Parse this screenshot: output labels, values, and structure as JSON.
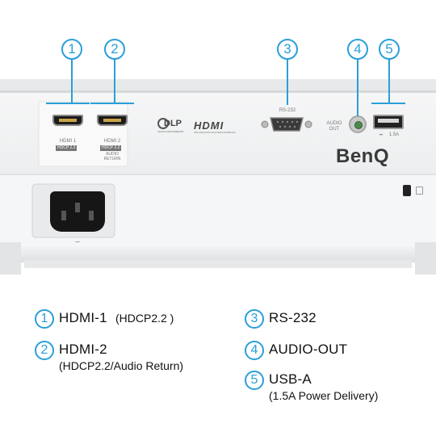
{
  "ports": [
    {
      "number": "1",
      "label": "HDMI 1",
      "badge": "HDCP 2.2"
    },
    {
      "number": "2",
      "label": "HDMI 2",
      "badge": "HDCP 2.2",
      "sub": "AUDIO\nRETURN"
    },
    {
      "number": "3",
      "label": "RS-232"
    },
    {
      "number": "4",
      "label": "AUDIO\nOUT"
    },
    {
      "number": "5",
      "label": "1.5A"
    }
  ],
  "logos": {
    "dlp": "DLP",
    "dlp_sub": "TEXAS INSTRUMENTS",
    "hdmi": "HDMI",
    "hdmi_sub": "HIGH-DEFINITION MULTIMEDIA INTERFACE",
    "brand": "BenQ"
  },
  "legend": [
    {
      "number": "1",
      "title": "HDMI-1",
      "title_suffix": "(HDCP2.2 )"
    },
    {
      "number": "2",
      "title": "HDMI-2",
      "sub": "(HDCP2.2/Audio Return)"
    },
    {
      "number": "3",
      "title": "RS-232"
    },
    {
      "number": "4",
      "title": "AUDIO-OUT"
    },
    {
      "number": "5",
      "title": "USB-A",
      "sub": "(1.5A Power Delivery)"
    }
  ],
  "colors": {
    "accent": "#2a9fd8",
    "body": "#f1f2f3"
  }
}
